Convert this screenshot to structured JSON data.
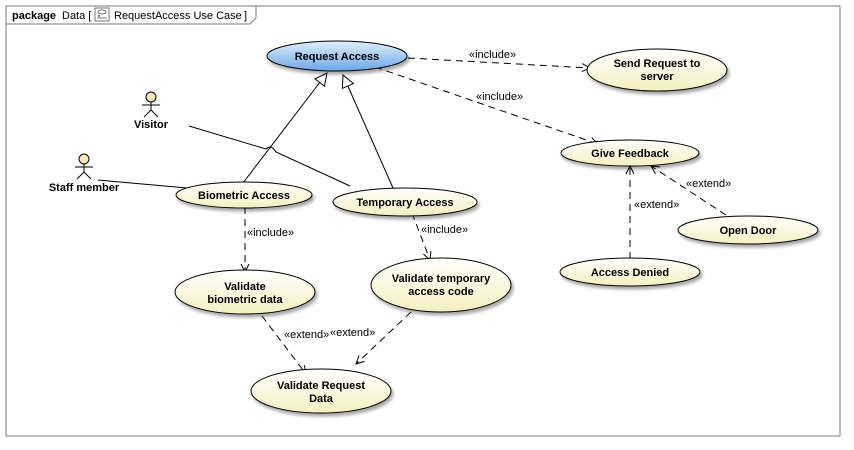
{
  "frame": {
    "keyword": "package",
    "name_prefix": "Data [",
    "name": "RequestAccess Use Case",
    "name_suffix": "]",
    "icon": "use-case-diagram-icon"
  },
  "actors": {
    "visitor": "Visitor",
    "staff": "Staff member"
  },
  "use_cases": {
    "request_access": "Request Access",
    "send_request": [
      "Send Request to",
      "server"
    ],
    "give_feedback": "Give Feedback",
    "biometric_access": "Biometric Access",
    "temporary_access": "Temporary Access",
    "open_door": "Open Door",
    "validate_biometric": [
      "Validate",
      "biometric data"
    ],
    "validate_temp_code": [
      "Validate temporary",
      "access code"
    ],
    "access_denied": "Access Denied",
    "validate_request": [
      "Validate Request",
      "Data"
    ]
  },
  "relations": {
    "include_label": "«include»",
    "extend_label": "«extend»"
  },
  "colors": {
    "use_case_fill_top": "#ffffff",
    "use_case_fill_bottom": "#f7f2c4",
    "highlight_fill_top": "#d8ebfb",
    "highlight_fill_bottom": "#6fa9e8",
    "stroke": "#000000",
    "actor_head": "#f2eab8"
  }
}
